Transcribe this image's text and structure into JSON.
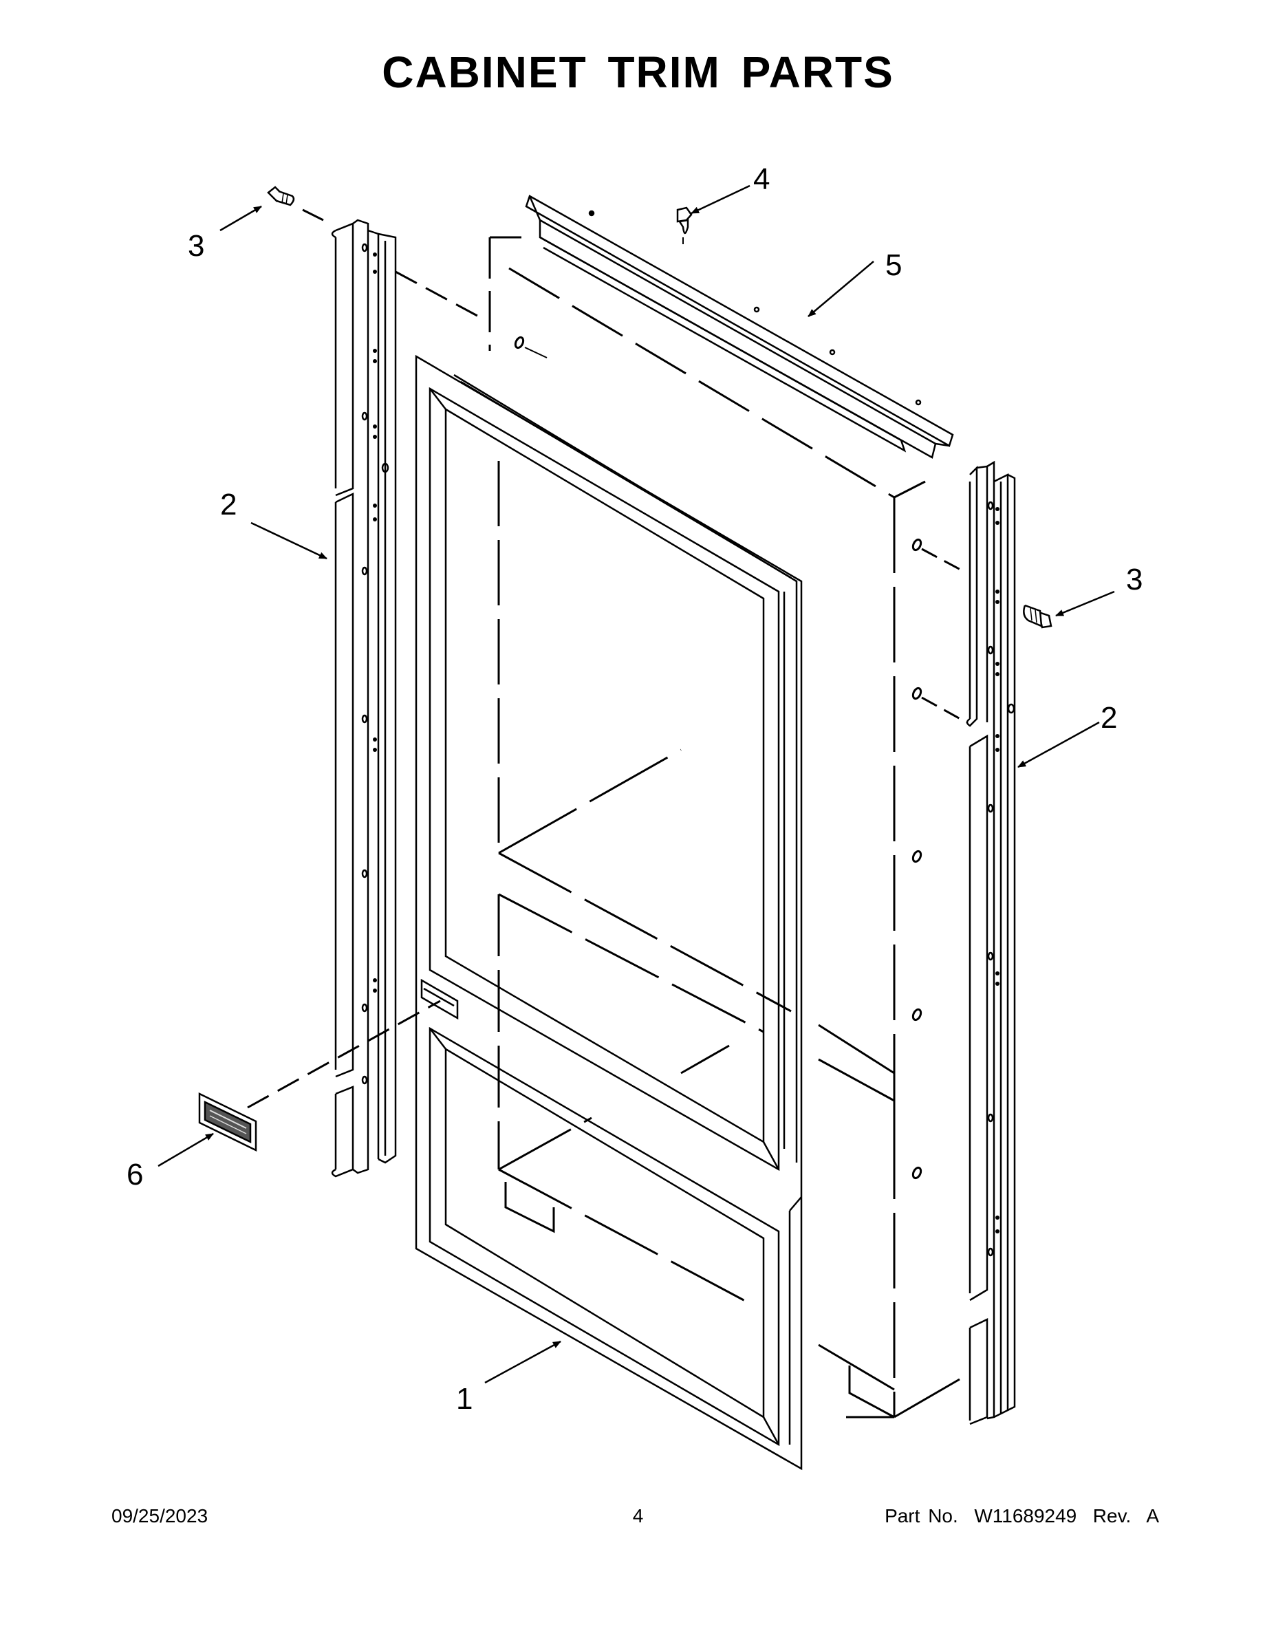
{
  "title": "CABINET TRIM PARTS",
  "callouts": {
    "c1": "1",
    "c2_left": "2",
    "c2_right": "2",
    "c3_left": "3",
    "c3_right": "3",
    "c4": "4",
    "c5": "5",
    "c6": "6"
  },
  "footer": {
    "date": "09/25/2023",
    "page": "4",
    "part": "Part No.  W11689249  Rev.  A"
  }
}
